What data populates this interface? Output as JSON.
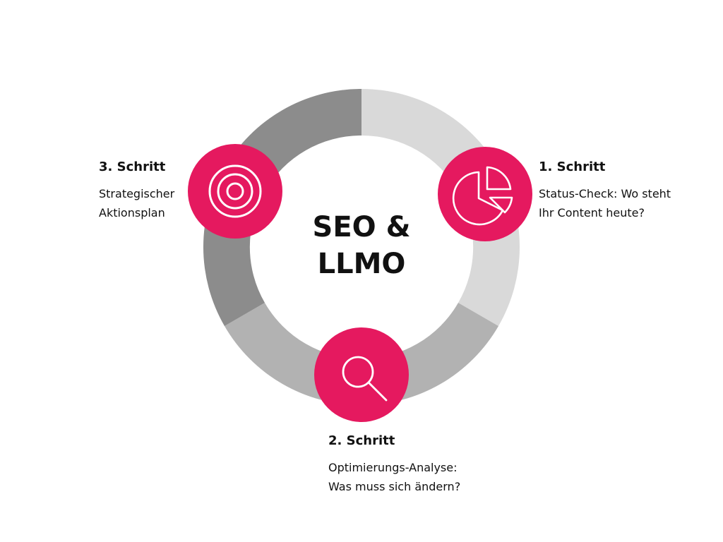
{
  "center": {
    "line1": "SEO &",
    "line2": "LLMO"
  },
  "steps": [
    {
      "title": "1. Schritt",
      "lines": [
        "Status-Check: Wo steht",
        "Ihr Content heute?"
      ],
      "icon": "pie-chart-icon"
    },
    {
      "title": "2. Schritt",
      "lines": [
        "Optimierungs-Analyse:",
        "Was muss sich ändern?"
      ],
      "icon": "magnifier-icon"
    },
    {
      "title": "3. Schritt",
      "lines": [
        "Strategischer",
        "Aktionsplan"
      ],
      "icon": "target-icon"
    }
  ],
  "colors": {
    "accent": "#e5195f",
    "ring_light": "#d9d9d9",
    "ring_mid": "#b2b2b2",
    "ring_dark": "#8c8c8c",
    "text": "#111111"
  }
}
